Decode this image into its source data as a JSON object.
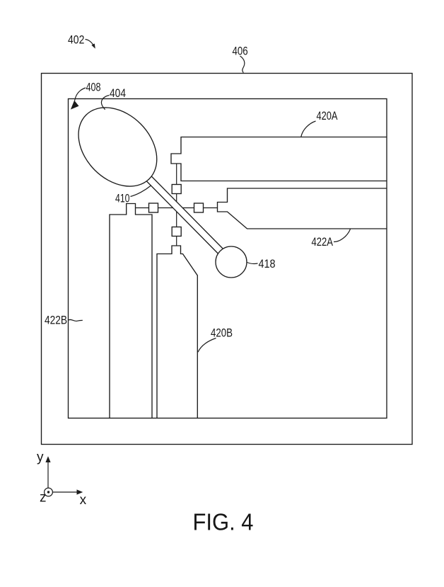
{
  "figure": {
    "caption": "FIG. 4",
    "type": "patent-line-drawing",
    "background_color": "#ffffff",
    "line_color": "#1c1c1c"
  },
  "labels": {
    "402": "402",
    "404": "404",
    "406": "406",
    "408": "408",
    "410": "410",
    "418": "418",
    "420A": "420A",
    "420B": "420B",
    "422A": "422A",
    "422B": "422B"
  },
  "axes": {
    "x": "x",
    "y": "y",
    "z": "z"
  }
}
